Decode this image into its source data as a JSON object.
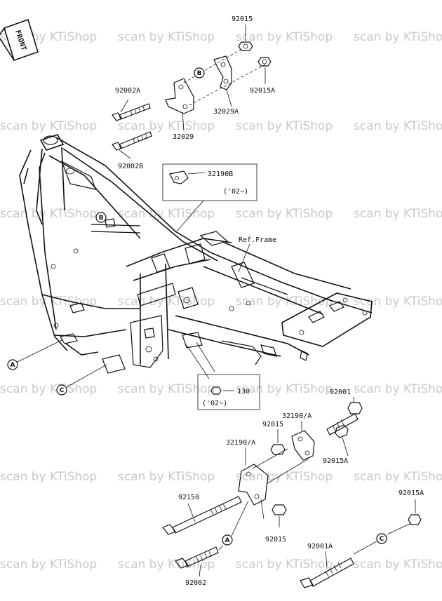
{
  "front_label": "FRONT",
  "ref_frame_label": "Ref.Frame",
  "watermark_text": "scan by KTiShop",
  "year_note": "('02~)",
  "parts": {
    "p92015_top": "92015",
    "p92002A": "92002A",
    "p92015A_top": "92015A",
    "p32029A": "32029A",
    "p32029": "32029",
    "p92002B": "92002B",
    "p32190B": "32190B",
    "p130": "130",
    "p92001": "92001",
    "p32190A_upper": "32190/A",
    "p92015_mid": "92015",
    "p92015A_mid": "92015A",
    "p32190A_lower": "32190/A",
    "p92150": "92150",
    "p92015_low": "92015",
    "p92015A_right": "92015A",
    "p92001A": "92001A",
    "p92002": "92002"
  },
  "callouts": {
    "A": "A",
    "B": "B",
    "C": "C"
  }
}
